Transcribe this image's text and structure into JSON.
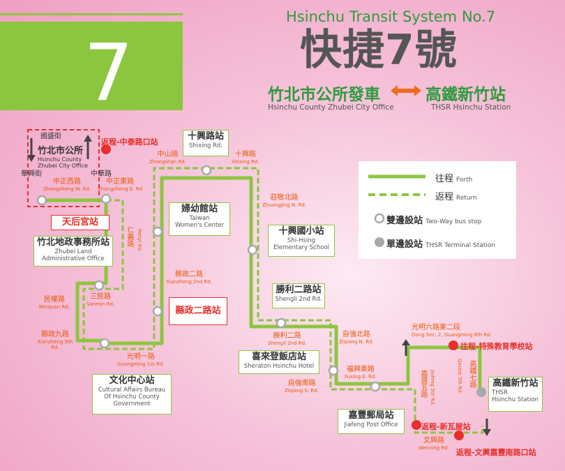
{
  "header": {
    "route_number": "7",
    "title_en": "Hsinchu Transit System No.7",
    "title_zh": "快捷7號",
    "from_zh": "竹北市公所發車",
    "to_zh": "高鐵新竹站",
    "from_en": "Hsinchu County Zhubei City Office",
    "to_en": "THSR Hsinchu Station"
  },
  "legend": {
    "forth_zh": "往程",
    "forth_en": "Forth",
    "return_zh": "返程",
    "return_en": "Return",
    "two_way_zh": "雙邊設站",
    "two_way_en": "Two-Way bus stop",
    "terminal_zh": "單邊設站",
    "terminal_en": "THSR Terminal Station"
  },
  "stations": [
    {
      "zh": "竹北市公所",
      "en1": "Hsinchu County",
      "en2": "Zhubei City Office"
    },
    {
      "zh": "天后宮站",
      "en1": "",
      "en2": ""
    },
    {
      "zh": "竹北地政事務所站",
      "en1": "Zhubei Land",
      "en2": "Administrative Office"
    },
    {
      "zh": "文化中心站",
      "en1": "Cultural Affairs Bureau",
      "en2": "Of Hsinchu County",
      "en3": "Government"
    },
    {
      "zh": "婦幼館站",
      "en1": "Taiwan",
      "en2": "Women's Center"
    },
    {
      "zh": "縣政二路站",
      "en1": "",
      "en2": ""
    },
    {
      "zh": "十興路站",
      "en1": "Shixing Rd.",
      "en2": ""
    },
    {
      "zh": "十興國小站",
      "en1": "Shi-Hsing",
      "en2": "Elementary School"
    },
    {
      "zh": "勝利二路站",
      "en1": "Shengli 2nd Rd.",
      "en2": ""
    },
    {
      "zh": "喜來登飯店站",
      "en1": "Sheraton Hsinchu Hotel",
      "en2": ""
    },
    {
      "zh": "嘉豐郵局站",
      "en1": "Jiafeng Post Office",
      "en2": ""
    },
    {
      "zh": "高鐵新竹站",
      "en1": "THSR",
      "en2": "Hsinchu Station"
    }
  ],
  "roads": [
    {
      "zh": "國盛街",
      "en": ""
    },
    {
      "zh": "華興街",
      "en": ""
    },
    {
      "zh": "中華路",
      "en": ""
    },
    {
      "zh": "中正西路",
      "en": "Zhongzheng W. Rd."
    },
    {
      "zh": "中正東路",
      "en": "Zhongzheng E. Rd"
    },
    {
      "zh": "仁義路",
      "en": "Renyi Rd."
    },
    {
      "zh": "三民路",
      "en": "Sanmin Rd."
    },
    {
      "zh": "民權路",
      "en": "Minquan Rd."
    },
    {
      "zh": "縣政九路",
      "en": "Xianzheng 9th Rd."
    },
    {
      "zh": "光明一路",
      "en": "Guangming 1st Rd."
    },
    {
      "zh": "縣政二路",
      "en": "Xianzheng 2nd Rd."
    },
    {
      "zh": "中山路",
      "en": "Zhongshan Rd."
    },
    {
      "zh": "十興路",
      "en": "Shixing Rd."
    },
    {
      "zh": "莊敬北路",
      "en": "Zhuangjing N. Rd."
    },
    {
      "zh": "勝利二路",
      "en": "Shengli 2nd Rd."
    },
    {
      "zh": "自強北路",
      "en": "Ziqiang N. Rd."
    },
    {
      "zh": "自強南路",
      "en": "Ziqiang S. Rd."
    },
    {
      "zh": "福興東路",
      "en": "Fuxing E. Rd."
    },
    {
      "zh": "嘉豐五路",
      "en": "Jiafeng 5th Rd."
    },
    {
      "zh": "光明六路東二段",
      "en": "Dong Sec. 2, Guangming 6th Rd."
    },
    {
      "zh": "高鐵七路",
      "en": "Gaotie 7th Rd."
    },
    {
      "zh": "文興路",
      "en": "Wenxing Rd."
    }
  ],
  "return_stops": {
    "zhongtai": "返程-中泰路口站",
    "special_school": "往程-特殊教育學校站",
    "xinwa": "返程-新瓦屋站",
    "wenxing": "返程-文興嘉豐南路口站"
  },
  "colors": {
    "route_green": "#8cc63f",
    "title_green": "#2f9a3e",
    "road_orange": "#e85a0c",
    "return_red": "#e7302a",
    "terminal_grey": "#a7a9ac"
  }
}
